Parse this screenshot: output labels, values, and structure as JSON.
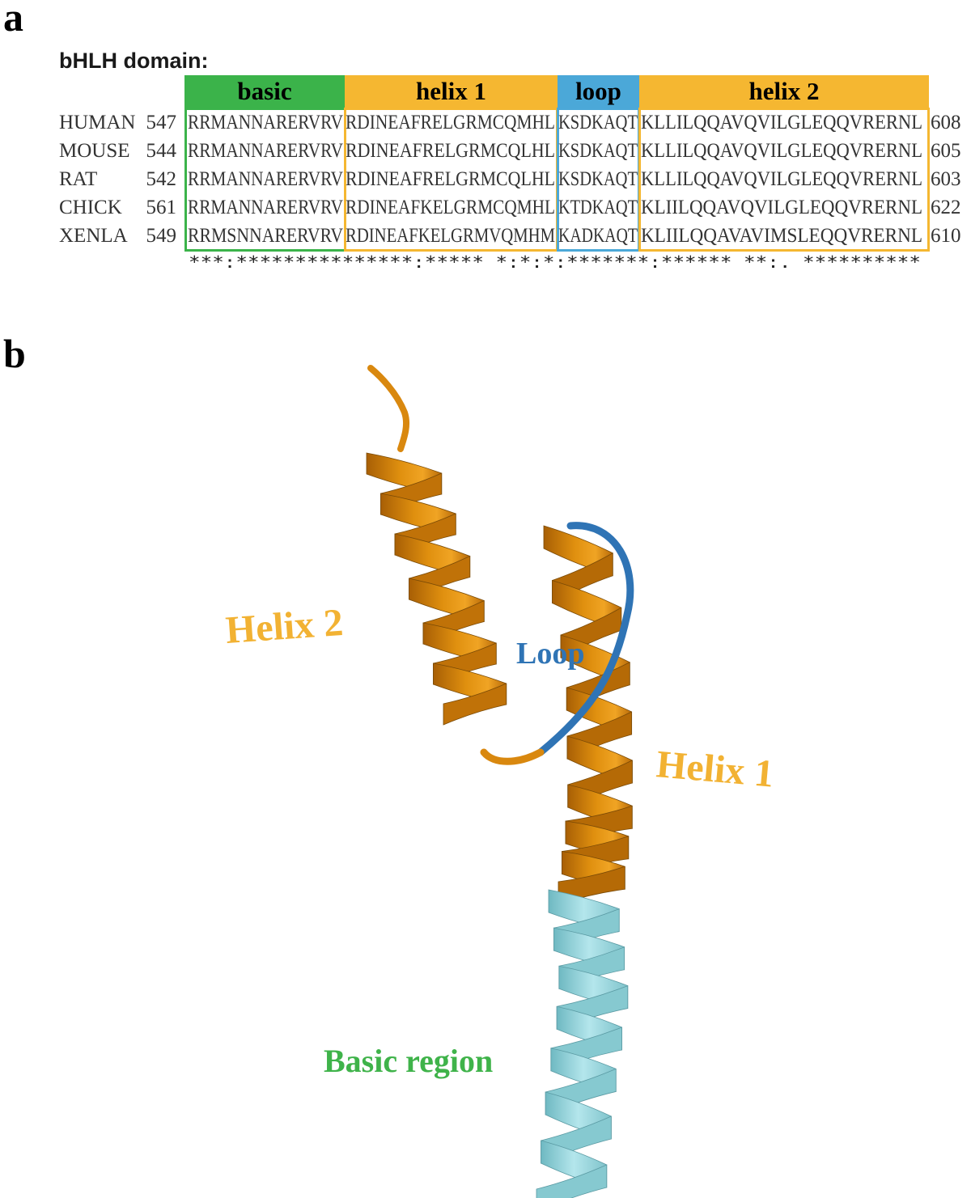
{
  "panel_a": {
    "letter": "a",
    "title": "bHLH domain:",
    "regions": [
      {
        "name": "basic",
        "color": "#3bb34a"
      },
      {
        "name": "helix 1",
        "color": "#f5b731"
      },
      {
        "name": "loop",
        "color": "#4ba8d8"
      },
      {
        "name": "helix 2",
        "color": "#f5b731"
      }
    ],
    "rows": [
      {
        "species": "HUMAN",
        "start": "547",
        "basic": "RRMANNARERVRV",
        "helix1": "RDINEAFRELGRMCQMHL",
        "loop": "KSDKAQT",
        "helix2": "KLLILQQAVQVILGLEQQVRERNL",
        "end": "608"
      },
      {
        "species": "MOUSE",
        "start": "544",
        "basic": "RRMANNARERVRV",
        "helix1": "RDINEAFRELGRMCQLHL",
        "loop": "KSDKAQT",
        "helix2": "KLLILQQAVQVILGLEQQVRERNL",
        "end": "605"
      },
      {
        "species": "RAT",
        "start": "542",
        "basic": "RRMANNARERVRV",
        "helix1": "RDINEAFRELGRMCQLHL",
        "loop": "KSDKAQT",
        "helix2": "KLLILQQAVQVILGLEQQVRERNL",
        "end": "603"
      },
      {
        "species": "CHICK",
        "start": "561",
        "basic": "RRMANNARERVRV",
        "helix1": "RDINEAFKELGRMCQMHL",
        "loop": "KTDKAQT",
        "helix2": "KLIILQQAVQVILGLEQQVRERNL",
        "end": "622"
      },
      {
        "species": "XENLA",
        "start": "549",
        "basic": "RRMSNNARERVRV",
        "helix1": "RDINEAFKELGRMVQMHM",
        "loop": "KADKAQT",
        "helix2": "KLIILQQAVAVIMSLEQQVRERNL",
        "end": "610"
      }
    ],
    "consensus": "***:***************:***** *:*:*:*******:****** **:. **********"
  },
  "panel_b": {
    "letter": "b",
    "labels": {
      "helix2": "Helix 2",
      "loop": "Loop",
      "helix1": "Helix 1",
      "basic": "Basic region"
    },
    "colors": {
      "helix": "#d9880f",
      "helix_label": "#f2b233",
      "loop": "#2f74b5",
      "basic": "#a4dde3",
      "basic_label": "#3fb34a"
    }
  }
}
